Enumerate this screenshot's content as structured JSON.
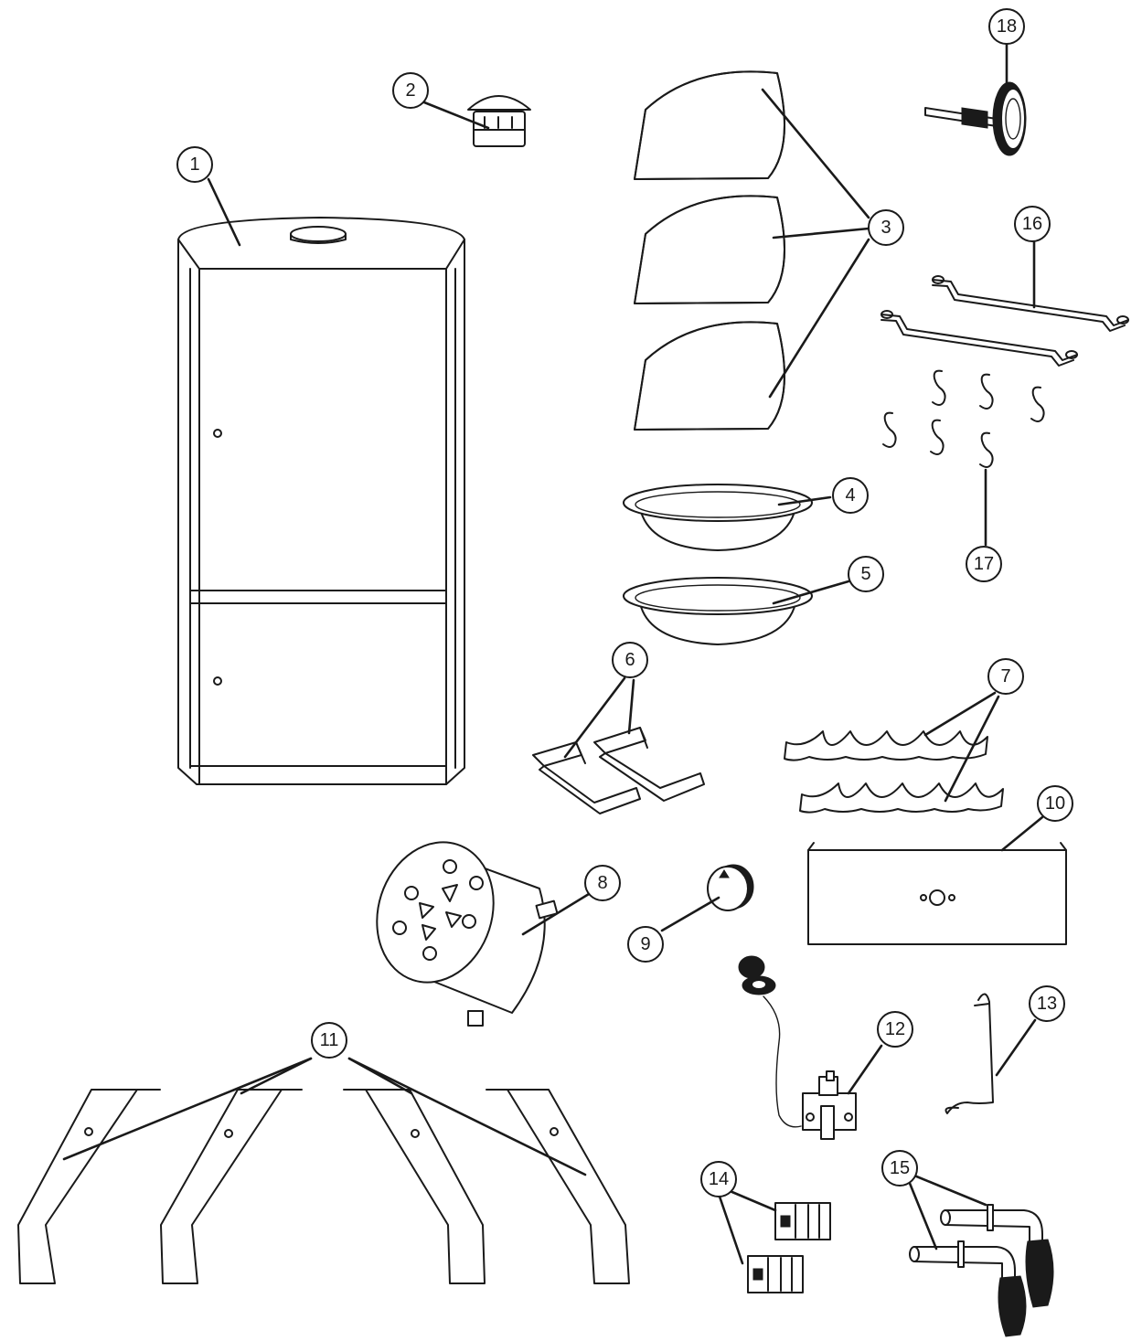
{
  "callouts": [
    {
      "id": "c1",
      "label": "1"
    },
    {
      "id": "c2",
      "label": "2"
    },
    {
      "id": "c3",
      "label": "3"
    },
    {
      "id": "c4",
      "label": "4"
    },
    {
      "id": "c5",
      "label": "5"
    },
    {
      "id": "c6",
      "label": "6"
    },
    {
      "id": "c7",
      "label": "7"
    },
    {
      "id": "c8",
      "label": "8"
    },
    {
      "id": "c9",
      "label": "9"
    },
    {
      "id": "c10",
      "label": "10"
    },
    {
      "id": "c11",
      "label": "11"
    },
    {
      "id": "c12",
      "label": "12"
    },
    {
      "id": "c13",
      "label": "13"
    },
    {
      "id": "c14",
      "label": "14"
    },
    {
      "id": "c15",
      "label": "15"
    },
    {
      "id": "c16",
      "label": "16"
    },
    {
      "id": "c17",
      "label": "17"
    },
    {
      "id": "c18",
      "label": "18"
    }
  ],
  "colors": {
    "line": "#1a1a1a",
    "background": "#ffffff"
  }
}
